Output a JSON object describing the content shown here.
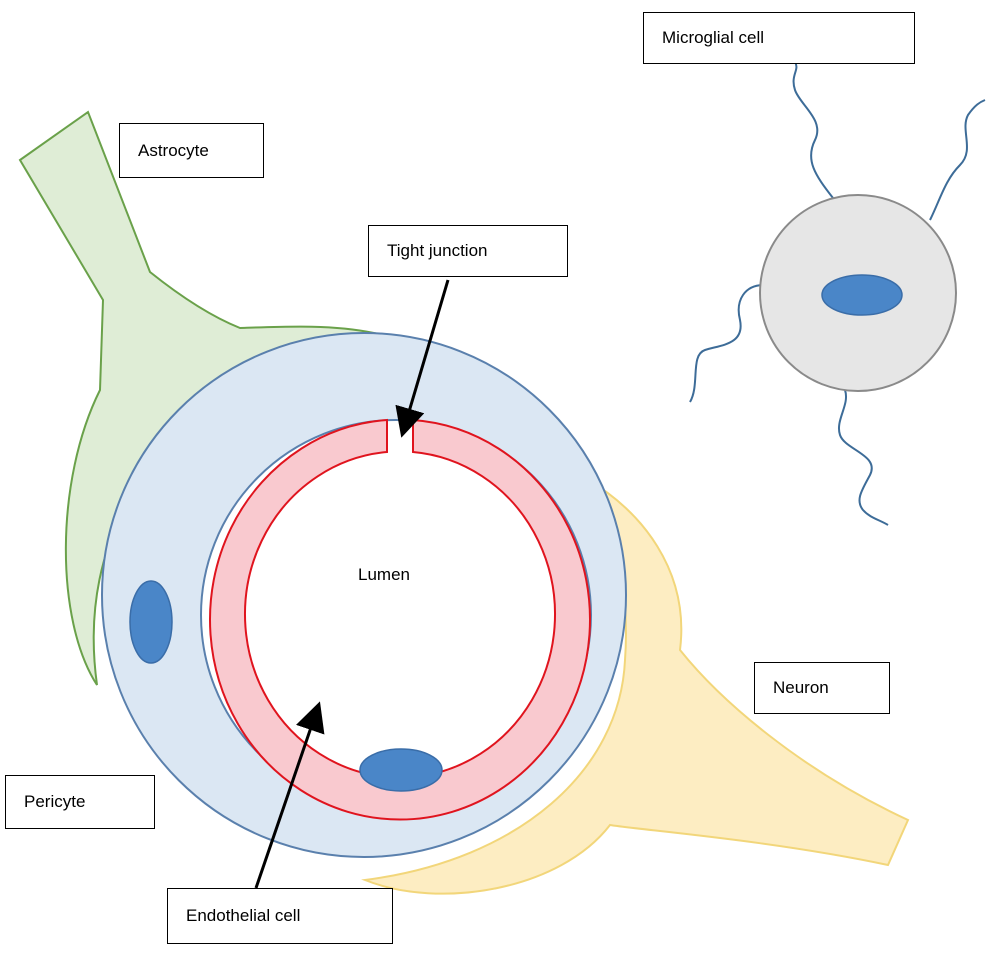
{
  "labels": {
    "microglial_cell": "Microglial cell",
    "astrocyte": "Astrocyte",
    "tight_junction": "Tight junction",
    "lumen": "Lumen",
    "neuron": "Neuron",
    "pericyte": "Pericyte",
    "endothelial_cell": "Endothelial cell"
  },
  "colors": {
    "astrocyte_fill": "#dfedd6",
    "astrocyte_stroke": "#6aa14a",
    "neuron_fill": "#fdedc2",
    "neuron_stroke": "#f2d67a",
    "pericyte_fill": "#dbe7f3",
    "pericyte_stroke": "#5a80ad",
    "endothelial_fill": "#f9c9cf",
    "endothelial_stroke": "#e0141e",
    "nucleus_fill": "#4a86c8",
    "nucleus_stroke": "#3a6da8",
    "microglia_fill": "#e6e6e6",
    "microglia_stroke": "#8a8a8a",
    "process_stroke": "#3d6c98"
  }
}
